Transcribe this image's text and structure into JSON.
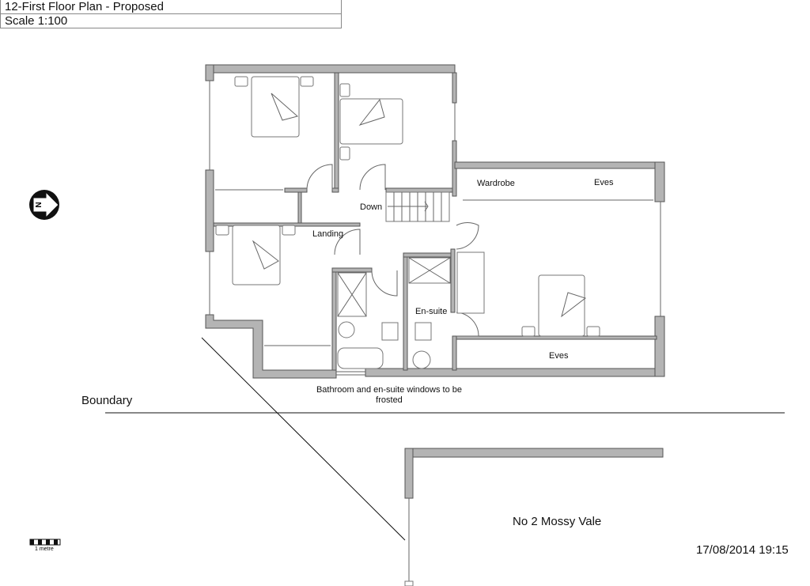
{
  "title_block": {
    "title": "12-First Floor Plan - Proposed",
    "scale": "Scale 1:100"
  },
  "plan": {
    "rooms": {
      "wardrobe": "Wardrobe",
      "eves_top": "Eves",
      "down": "Down",
      "landing": "Landing",
      "en_suite": "En-suite",
      "eves_bottom": "Eves"
    },
    "note_line1": "Bathroom and en-suite windows to be",
    "note_line2": "frosted",
    "boundary": "Boundary",
    "neighbour": "No 2 Mossy Vale",
    "timestamp": "17/08/2014 19:15",
    "scale_bar_label": "1 metre",
    "north_label": "N"
  },
  "icons": {
    "north": "north-arrow-icon",
    "scale": "scale-bar-icon"
  }
}
